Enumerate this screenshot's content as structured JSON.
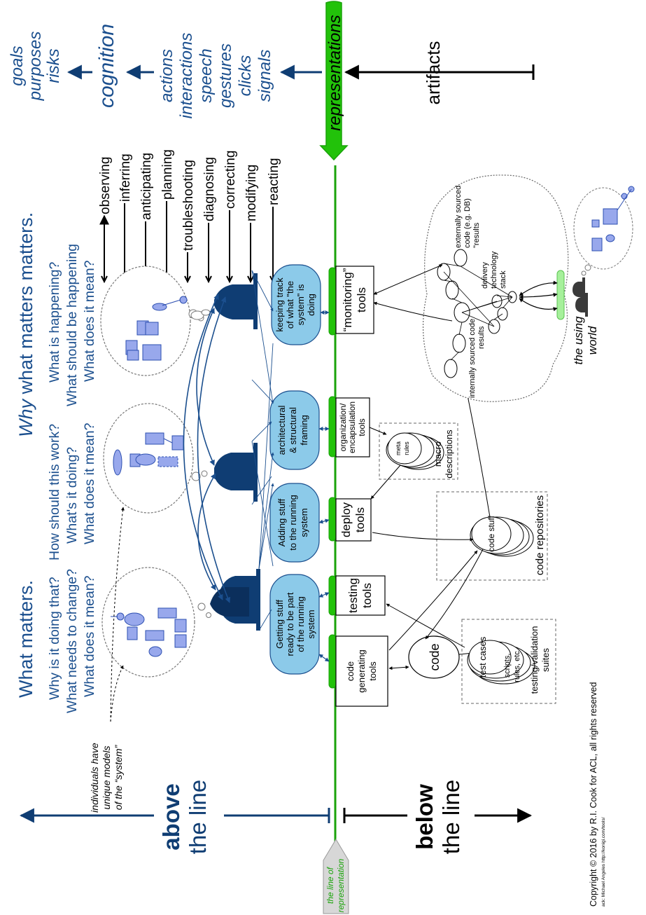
{
  "colors": {
    "blue_dark": "#0f3d73",
    "blue_text": "#1b4f8e",
    "box_fill": "#8ccae9",
    "green": "#22c20a",
    "green_light": "#a6f09b",
    "line_green": "#1aa30a",
    "shape_fill": "#98a8ec",
    "label_gray": "#d7d7d7"
  },
  "header": {
    "what_matters": "What matters.",
    "why": "Why",
    "why_rest": " what matters matters."
  },
  "top_right": {
    "goals": [
      "goals",
      "purposes",
      "risks"
    ],
    "cognition": "cognition",
    "actions": [
      "actions",
      "interactions",
      "speech",
      "gestures",
      "clicks",
      "signals"
    ],
    "representations": "representations",
    "artifacts": "artifacts"
  },
  "question_groups": [
    [
      "Why is it doing that?",
      "What needs to change?",
      "What does it mean?"
    ],
    [
      "How should this work?",
      "What's it doing?",
      "What does it mean?"
    ],
    [
      "What is happening?",
      "What should be happening",
      "What does it mean?"
    ]
  ],
  "activities": [
    "observing",
    "inferring",
    "anticipating",
    "planning",
    "troubleshooting",
    "diagnosing",
    "correcting",
    "modifying",
    "reacting"
  ],
  "individuals_note": [
    "individuals have",
    "unique models",
    "of the “system”"
  ],
  "above": {
    "bold": "above",
    "rest": "the line"
  },
  "below": {
    "bold": "below",
    "rest": "the line"
  },
  "line_label": [
    "the line of",
    "representation"
  ],
  "activity_boxes": [
    [
      "Getting stuff",
      "ready to be part",
      "of the running",
      "system"
    ],
    [
      "Adding stuff",
      "to the running",
      "system"
    ],
    [
      "architectural",
      "& structural",
      "framing"
    ],
    [
      "keeping track",
      "of what \"the",
      "system\" is",
      "doing"
    ]
  ],
  "tools": [
    [
      "code",
      "generating",
      "tools"
    ],
    [
      "testing",
      "tools"
    ],
    [
      "deploy",
      "tools"
    ],
    [
      "organization/",
      "encapsulation",
      "tools"
    ],
    [
      "“monitoring”",
      "tools"
    ]
  ],
  "code_label": "code",
  "test_stack": {
    "items": [
      "test cases",
      "scripts,",
      "rules, etc."
    ],
    "caption": [
      "testing/validation",
      "suites"
    ]
  },
  "code_stuff": "code stuff",
  "code_repositories": "code repositories",
  "meta_stack": {
    "items": [
      "meta",
      "rules"
    ],
    "caption": [
      "macro",
      "descriptions"
    ]
  },
  "cloud_labels": {
    "externally": [
      "externally sourced",
      "code (e.g. DB)"
    ],
    "results_top": "\"results",
    "delivery": [
      "delivery",
      "technology",
      "stack"
    ],
    "internally": [
      "internally sourced code",
      "results"
    ]
  },
  "using_world": [
    "the using",
    "world"
  ],
  "copyright": "Copyright © 2016 by R.I. Cook for ACL, all rights reserved",
  "ack": "ack: Michael Angeles http://konigi.com/tools/"
}
